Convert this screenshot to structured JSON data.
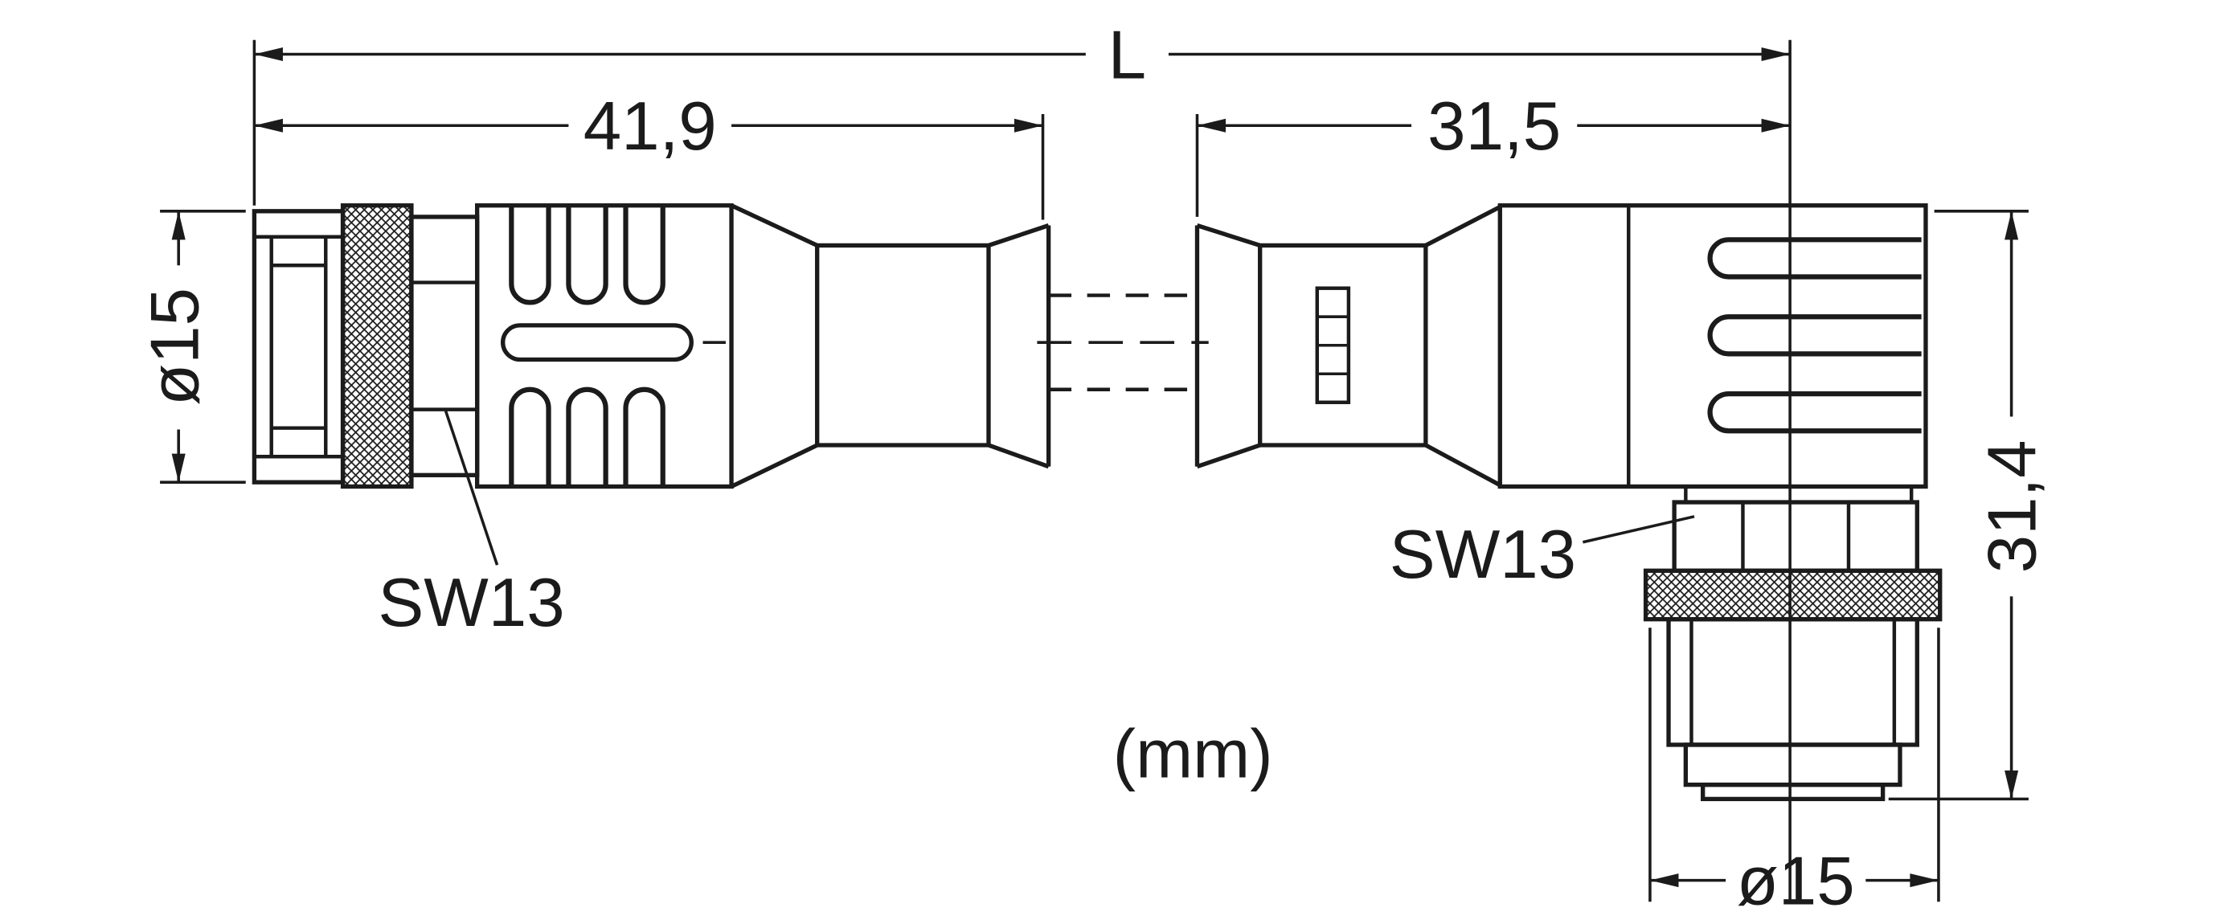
{
  "diagram": {
    "units_note": "(mm)",
    "dim_overall": "L",
    "dim_left_length": "41,9",
    "dim_right_length": "31,5",
    "dim_left_diameter": "ø15",
    "dim_right_height": "31,4",
    "dim_bottom_diameter": "ø15",
    "label_left_wrench": "SW13",
    "label_right_wrench": "SW13"
  },
  "colors": {
    "line": "#1b1b1b",
    "background": "#ffffff"
  }
}
